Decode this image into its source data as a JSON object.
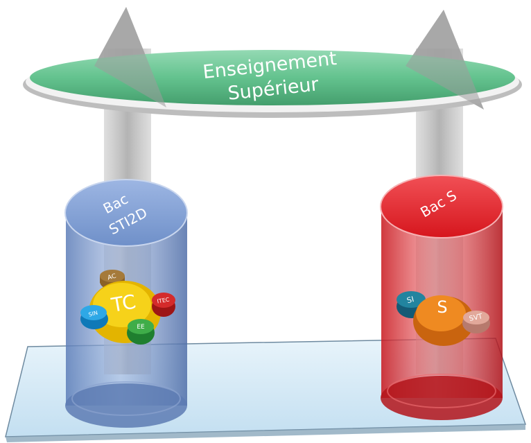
{
  "top_ellipse": {
    "line1": "Enseignement",
    "line2": "Supérieur"
  },
  "left_cylinder": {
    "title_line1": "Bac",
    "title_line2": "STI2D",
    "center": "TC",
    "satellites": [
      "AC",
      "ITEC",
      "SIN",
      "EE"
    ]
  },
  "right_cylinder": {
    "title": "Bac S",
    "center": "S",
    "satellites": [
      "SI",
      "SVT"
    ]
  },
  "colors": {
    "platform": "#d6ecf8",
    "ellipse": "#5fc38d",
    "left_cylinder": "#6f8fc6",
    "right_cylinder": "#e2262b",
    "tc": "#f2c500",
    "s": "#e87d1e"
  }
}
